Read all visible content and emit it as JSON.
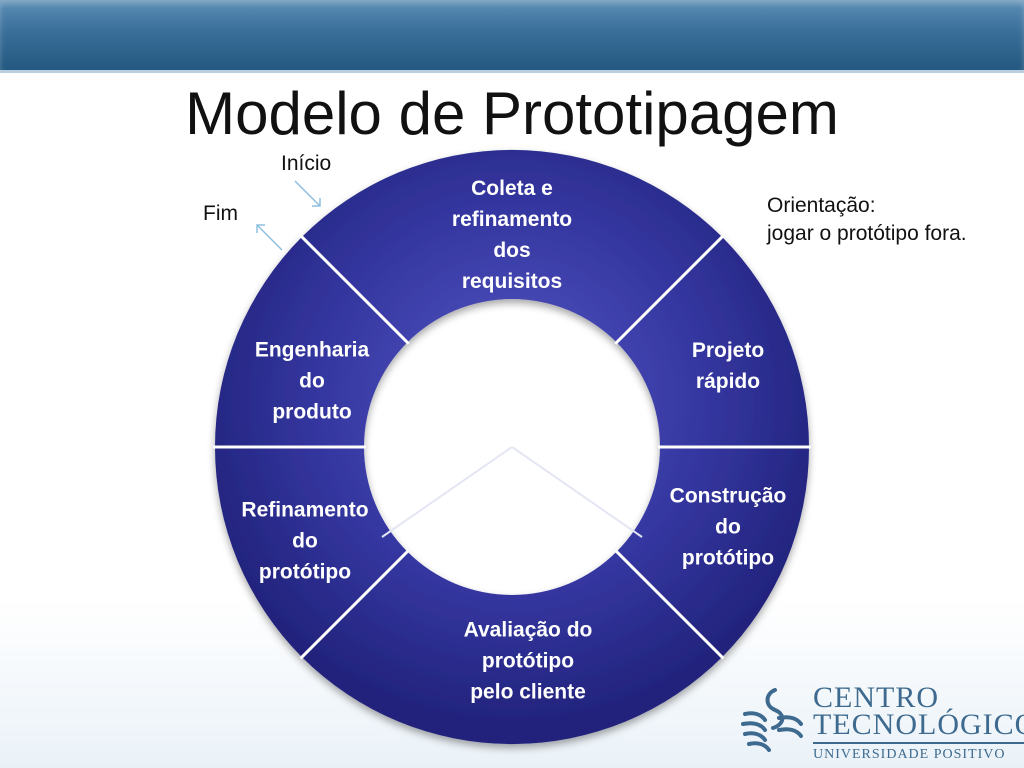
{
  "header": {
    "title": "Modelo de Prototipagem"
  },
  "notes": {
    "inicio": "Início",
    "fim": "Fim",
    "orientacao_1": "Orientação:",
    "orientacao_2": "jogar o protótipo fora."
  },
  "cycle": {
    "segments": [
      {
        "id": "coleta",
        "lines": [
          "Coleta e",
          "refinamento",
          "dos",
          "requisitos"
        ]
      },
      {
        "id": "projeto",
        "lines": [
          "Projeto",
          "rápido"
        ]
      },
      {
        "id": "construcao",
        "lines": [
          "Construção",
          "do",
          "protótipo"
        ]
      },
      {
        "id": "avaliacao",
        "lines": [
          "Avaliação do",
          "protótipo",
          "pelo cliente"
        ]
      },
      {
        "id": "refinamento",
        "lines": [
          "Refinamento",
          "do",
          "protótipo"
        ]
      },
      {
        "id": "engenharia",
        "lines": [
          "Engenharia",
          "do",
          "produto"
        ]
      }
    ],
    "ring_color": "#2f3196",
    "divider_color": "#ffffff"
  },
  "logo": {
    "line1": "CENTRO",
    "line2": "TECNOLÓGICO",
    "line3": "UNIVERSIDADE POSITIVO",
    "color": "#3d6a8e"
  }
}
